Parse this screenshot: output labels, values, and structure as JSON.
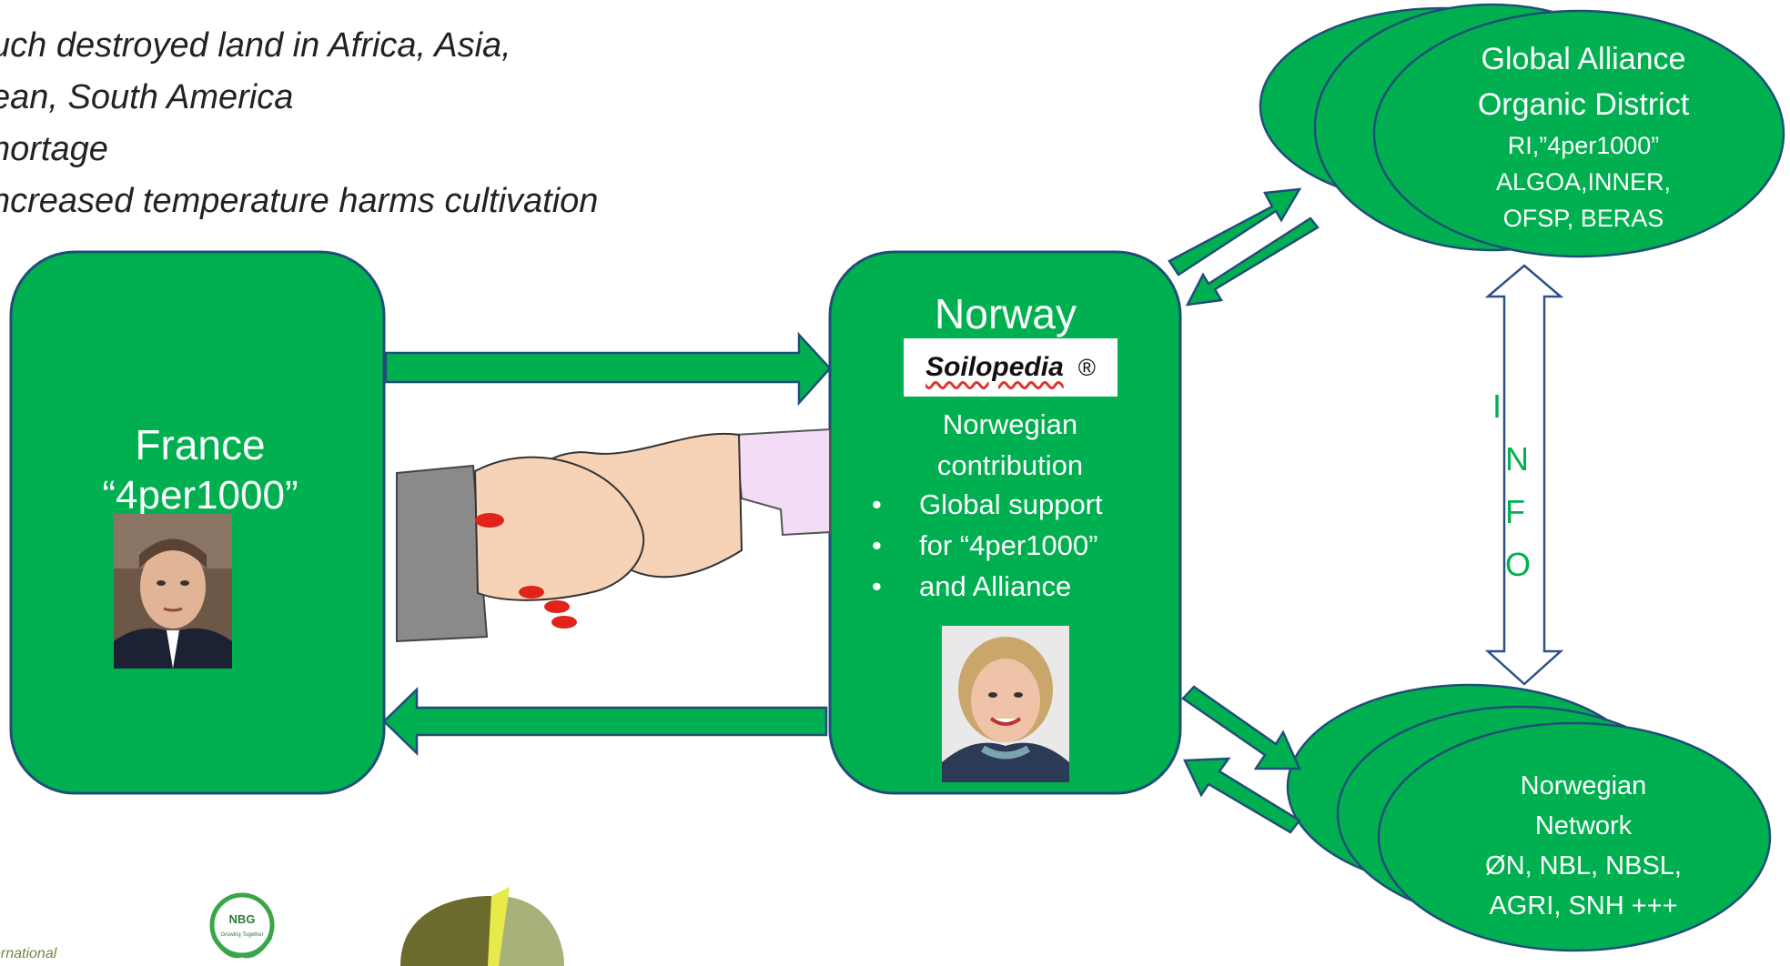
{
  "bullets": [
    "uch destroyed land in Africa, Asia,",
    "ean, South America",
    "hortage",
    "ncreased temperature harms cultivation"
  ],
  "france": {
    "title": "France",
    "subtitle": "“4per1000”"
  },
  "norway": {
    "title": "Norway",
    "logo": "Soilopedia",
    "registered": "®",
    "contribution": [
      "Norwegian",
      "contribution"
    ],
    "bullet_lines": [
      "Global support",
      "for “4per1000”",
      "and Alliance"
    ]
  },
  "global_alliance": {
    "lines_large": [
      "Global Alliance",
      "Organic District"
    ],
    "lines_small": [
      "RI,”4per1000”",
      "ALGOA,INNER,",
      "OFSP, BERAS"
    ]
  },
  "norwegian_network": {
    "lines": [
      "Norwegian",
      "Network",
      "ØN, NBL, NBSL,",
      "AGRI, SNH +++"
    ]
  },
  "info_letters": [
    "I",
    "N",
    "F",
    "O"
  ],
  "logos": {
    "nbg_text": "NBG",
    "nbg_tagline": "Growing Together",
    "partial_text": "ernational"
  },
  "icons": [
    "handshake-icon",
    "person-photo-icon",
    "leaf-logo-icon",
    "nbg-logo-icon"
  ],
  "colors": {
    "green": "#00b050",
    "green_border": "#1f4e79",
    "info_arrow_border": "#2e4f8a",
    "text": "#222222"
  }
}
